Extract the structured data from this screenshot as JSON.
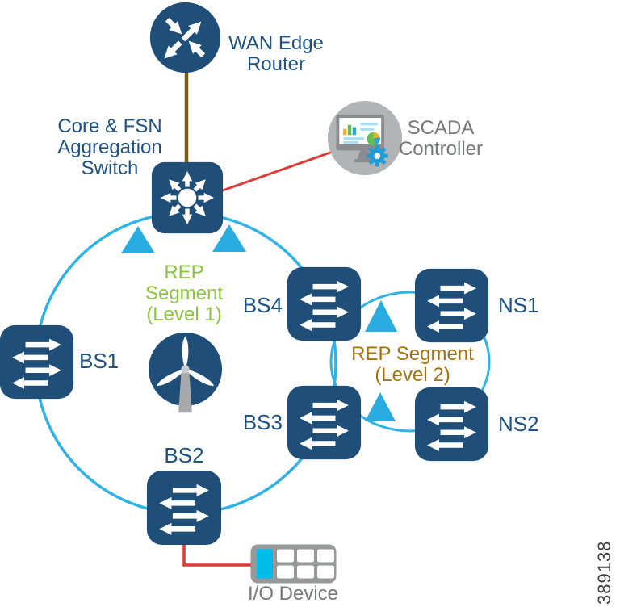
{
  "figure_number": "389138",
  "colors": {
    "node_navy": "#1f4e79",
    "label_blue": "#1d5283",
    "ring_cyan": "#2fb3e6",
    "triangle_cyan": "#29ace0",
    "rep_level1_green": "#8cc63f",
    "rep_level2_gold": "#a4720d",
    "wan_link_brown": "#7a5b13",
    "scada_link_red": "#dd3a35",
    "gray_text": "#76777a",
    "io_cyan": "#00bceb"
  },
  "nodes": {
    "wan_router": {
      "label": "WAN Edge\nRouter"
    },
    "core_switch": {
      "label": "Core & FSN\nAggregation\nSwitch"
    },
    "scada_controller": {
      "label": "SCADA\nController"
    },
    "bs1": {
      "label": "BS1"
    },
    "bs2": {
      "label": "BS2"
    },
    "bs3": {
      "label": "BS3"
    },
    "bs4": {
      "label": "BS4"
    },
    "ns1": {
      "label": "NS1"
    },
    "ns2": {
      "label": "NS2"
    },
    "io_device": {
      "label": "I/O Device"
    }
  },
  "segments": {
    "level1": {
      "label": "REP\nSegment\n(Level 1)"
    },
    "level2": {
      "label": "REP Segment\n(Level 2)"
    }
  }
}
